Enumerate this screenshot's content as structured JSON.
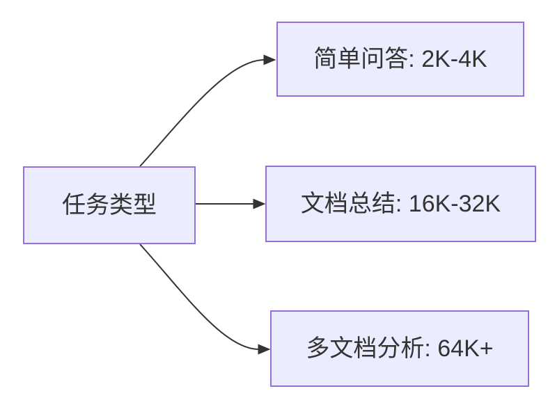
{
  "diagram": {
    "type": "flowchart",
    "direction": "left-to-right",
    "root": {
      "label": "任务类型"
    },
    "branches": [
      {
        "label": "简单问答: 2K-4K"
      },
      {
        "label": "文档总结: 16K-32K"
      },
      {
        "label": "多文档分析: 64K+"
      }
    ],
    "colors": {
      "canvas_bg": "#ffffff",
      "node_fill": "#ECECFF",
      "node_border": "#9370DB",
      "edge_line": "#333333",
      "label_text": "#333333"
    }
  }
}
